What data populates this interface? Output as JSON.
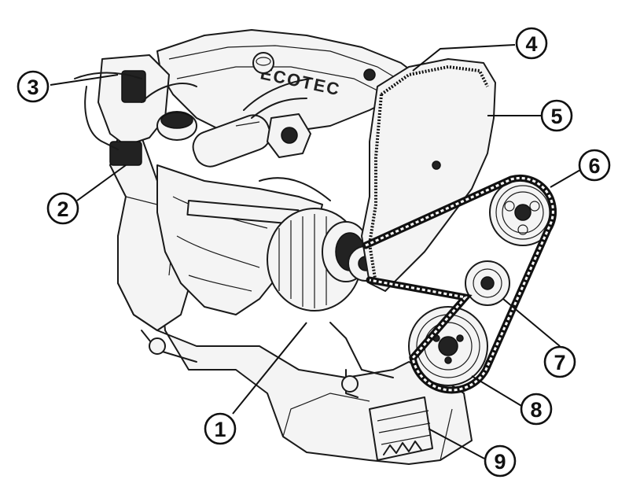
{
  "diagram": {
    "engine_logo": "ECOTEC",
    "callouts": [
      {
        "id": "1",
        "label": "1"
      },
      {
        "id": "2",
        "label": "2"
      },
      {
        "id": "3",
        "label": "3"
      },
      {
        "id": "4",
        "label": "4"
      },
      {
        "id": "5",
        "label": "5"
      },
      {
        "id": "6",
        "label": "6"
      },
      {
        "id": "7",
        "label": "7"
      },
      {
        "id": "8",
        "label": "8"
      },
      {
        "id": "9",
        "label": "9"
      }
    ]
  }
}
